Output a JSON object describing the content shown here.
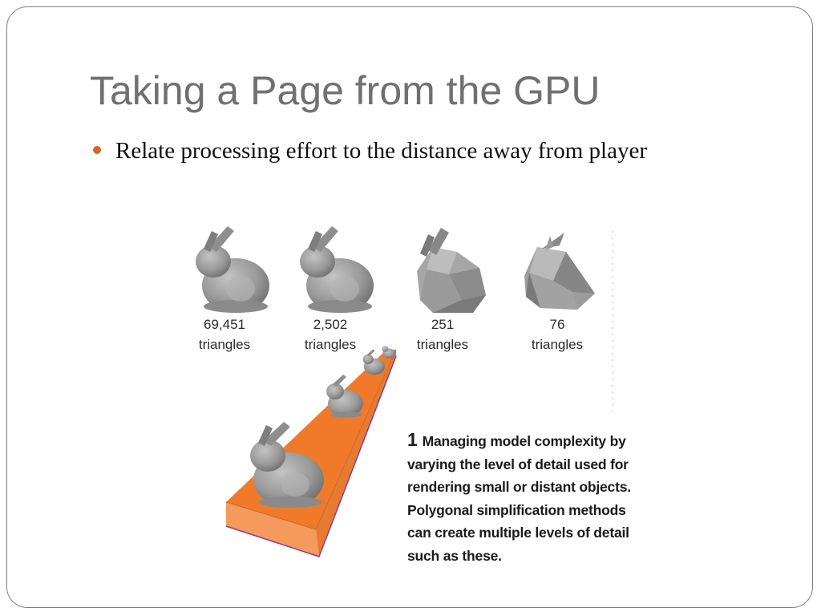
{
  "slide": {
    "title": "Taking a Page from the GPU",
    "bullets": [
      "Relate processing effort to the distance away from player"
    ]
  },
  "figure": {
    "lod_levels": [
      {
        "count": "69,451",
        "unit": "triangles"
      },
      {
        "count": "2,502",
        "unit": "triangles"
      },
      {
        "count": "251",
        "unit": "triangles"
      },
      {
        "count": "76",
        "unit": "triangles"
      }
    ],
    "caption": {
      "number": "1",
      "lines": [
        "Managing model complexity by",
        "varying the level of detail used for",
        "rendering small or distant objects.",
        "Polygonal simplification methods",
        "can create multiple levels of detail",
        "such as these."
      ]
    },
    "colors": {
      "track_top": "#f07a2a",
      "track_side": "#e8863f",
      "track_edge": "#8a3a9a",
      "bunny": "#9a9a9a",
      "bullet": "#d4691f"
    }
  }
}
